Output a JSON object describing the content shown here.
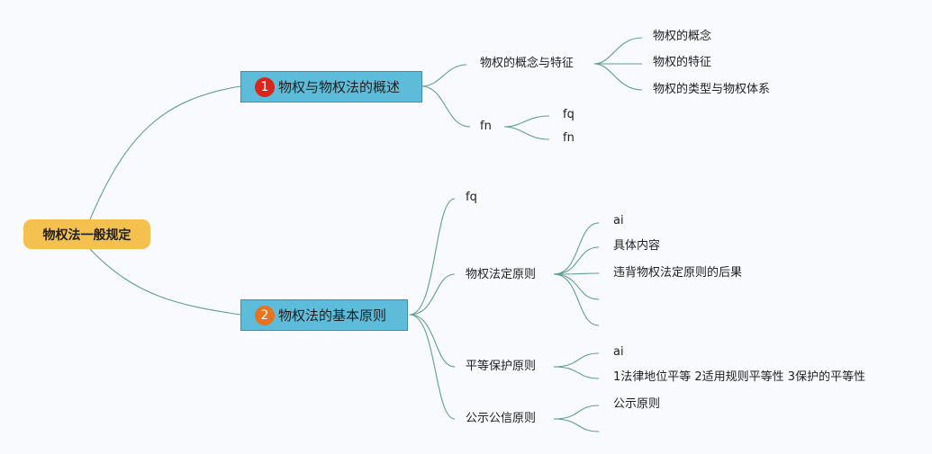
{
  "colors": {
    "root_fill": "#f5c14e",
    "topic_fill": "#5dbcd9",
    "connector": "#5f9e95",
    "badge_1": "#d9261c",
    "badge_2": "#e8731e",
    "background": "#f8fafd"
  },
  "mindmap": {
    "root": "物权法一般规定",
    "topics": [
      {
        "marker": "1",
        "label": "物权与物权法的概述",
        "children": [
          {
            "label": "物权的概念与特征",
            "children": [
              "物权的概念",
              "物权的特征",
              "物权的类型与物权体系"
            ]
          },
          {
            "label": "fn",
            "children": [
              "fq",
              "fn"
            ]
          }
        ]
      },
      {
        "marker": "2",
        "label": "物权法的基本原则",
        "children": [
          {
            "label": "fq",
            "children": []
          },
          {
            "label": "物权法定原则",
            "children": [
              "ai",
              "具体内容",
              "违背物权法定原则的后果",
              "",
              ""
            ]
          },
          {
            "label": "平等保护原则",
            "children": [
              "ai",
              "1法律地位平等 2适用规则平等性 3保护的平等性"
            ]
          },
          {
            "label": "公示公信原则",
            "children": [
              "公示原则",
              ""
            ]
          }
        ]
      }
    ]
  }
}
